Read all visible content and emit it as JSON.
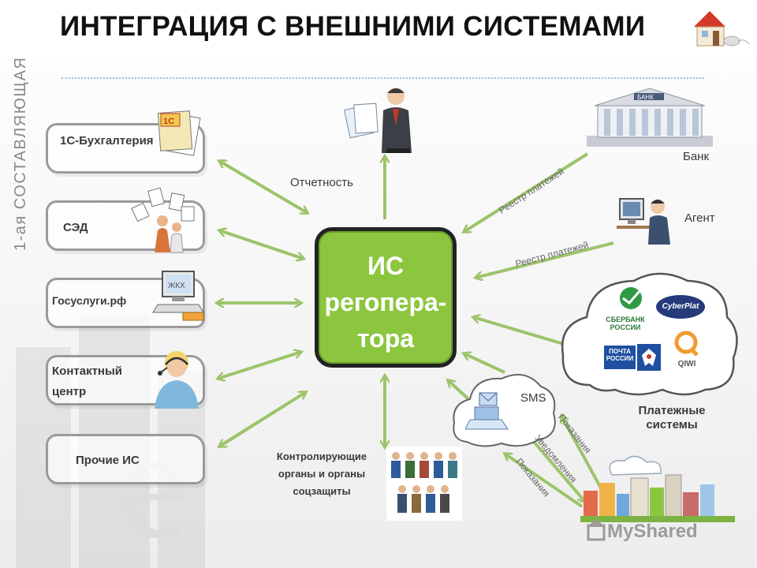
{
  "header": {
    "title": "ИНТЕГРАЦИЯ С ВНЕШНИМИ СИСТЕМАМИ",
    "side_title": "1-ая СОСТАВЛЯЮЩАЯ"
  },
  "center": {
    "lines": [
      "ИС",
      "регопера-",
      "тора"
    ]
  },
  "left_systems": [
    {
      "label": "1С-Бухгалтерия"
    },
    {
      "label": "СЭД"
    },
    {
      "label": "Госуслуги.рф"
    },
    {
      "label": "Контактный центр"
    },
    {
      "label": "Прочие ИС"
    }
  ],
  "top": {
    "reporting_label": "Отчетность"
  },
  "right": {
    "bank_label": "Банк",
    "agent_label": "Агент",
    "payment_registry_1": "Реестр платежей",
    "payment_registry_2": "Реестр платежей",
    "payment_systems_label": "Платежные системы",
    "payment_logos": [
      "СБЕРБАНК РОССИИ",
      "CyberPlat",
      "ПОЧТА РОССИИ",
      "QIWI"
    ]
  },
  "bottom": {
    "control_label": "Контролирующие органы и органы соцзащиты",
    "sms_label": "SMS",
    "readings_1": "Показания",
    "notifications": "Уведомления",
    "readings_2": "Показания"
  },
  "icons": {
    "house": "house-icon",
    "accounting": "documents-1c-icon",
    "edm": "office-workers-icon",
    "gosuslugi": "computer-icon",
    "call_center": "operator-icon",
    "reporting": "businessman-icon",
    "bank": "bank-building-icon",
    "agent": "agent-at-computer-icon",
    "sms": "envelope-laptop-icon",
    "inspectors": "people-group-icon",
    "city": "city-icon"
  },
  "colors": {
    "center_fill": "#8cc63f",
    "arrow_green": "#9cc46a",
    "box_border": "#9a9a9a"
  },
  "watermark": "MyShared"
}
